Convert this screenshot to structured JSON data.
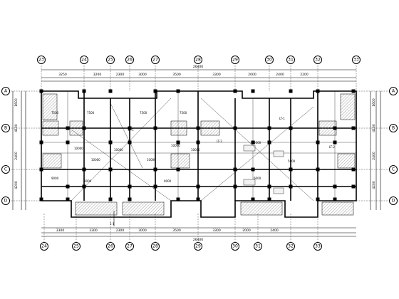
{
  "drawing": {
    "top_axes": [
      "23",
      "24",
      "25",
      "26",
      "27",
      "28",
      "29",
      "30",
      "31",
      "32",
      "33"
    ],
    "bottom_axes": [
      "24",
      "25",
      "26",
      "27",
      "28",
      "29",
      "30",
      "31",
      "32",
      "33"
    ],
    "left_axes": [
      "A",
      "B",
      "C",
      "D"
    ],
    "right_axes": [
      "A",
      "B",
      "C",
      "D"
    ],
    "top_dims": [
      "3250",
      "3200",
      "2300",
      "3000",
      "3500",
      "3300",
      "2000",
      "2400",
      "2200"
    ],
    "top_total": "26400",
    "bottom_dims": [
      "3300",
      "3300",
      "2300",
      "3000",
      "3500",
      "3300",
      "2000",
      "2400"
    ],
    "bottom_total": "26400",
    "left_dims": [
      "1600",
      "4100",
      "2400",
      "4200"
    ],
    "right_dims": [
      "1600",
      "4100",
      "2400",
      "4200"
    ],
    "room_labels": [
      "7500",
      "7500",
      "7500",
      "7500",
      "10000",
      "10000",
      "10000",
      "10000",
      "10000",
      "10000",
      "9000",
      "9000",
      "9000",
      "5000",
      "5000",
      "6000"
    ],
    "tags": [
      "LT-1",
      "LT-1",
      "LT-2",
      "LT-2"
    ],
    "section_mark": "1-1"
  },
  "colors": {
    "lines": "#000000",
    "background": "#ffffff",
    "hatch": "#777777"
  }
}
